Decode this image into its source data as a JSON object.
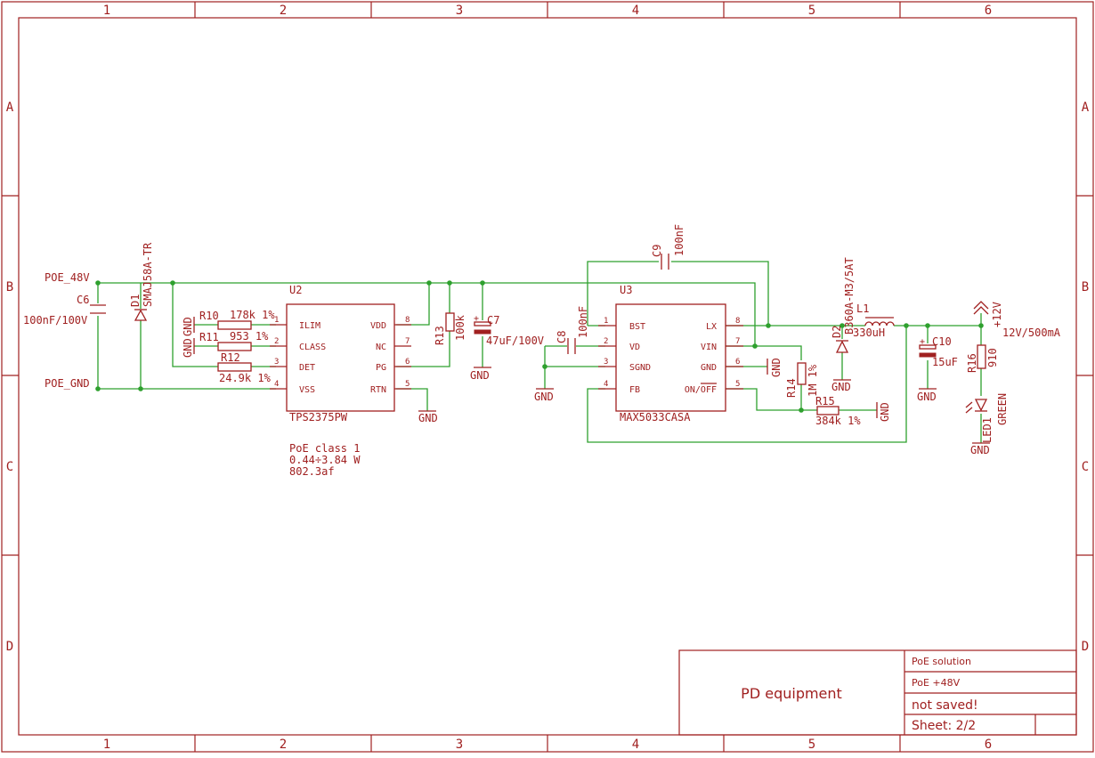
{
  "frame": {
    "columns": [
      "1",
      "2",
      "3",
      "4",
      "5",
      "6"
    ],
    "rows": [
      "A",
      "B",
      "C",
      "D"
    ]
  },
  "nets": {
    "poe_48v": "POE_48V",
    "poe_gnd": "POE_GND",
    "plus12v": "+12V",
    "out_label": "12V/500mA",
    "gnd": "GND"
  },
  "components": {
    "c6": {
      "name": "C6",
      "value": "100nF/100V"
    },
    "d1": {
      "name": "D1",
      "value": "SMAJ58A-TR"
    },
    "r10": {
      "name": "R10",
      "value": "178k 1%"
    },
    "r11": {
      "name": "R11",
      "value": "953  1%"
    },
    "r12": {
      "name": "R12",
      "value": "24.9k 1%"
    },
    "u2": {
      "name": "U2",
      "value": "TPS2375PW",
      "left_pins": [
        {
          "num": "1",
          "name": "ILIM"
        },
        {
          "num": "2",
          "name": "CLASS"
        },
        {
          "num": "3",
          "name": "DET"
        },
        {
          "num": "4",
          "name": "VSS"
        }
      ],
      "right_pins": [
        {
          "num": "8",
          "name": "VDD"
        },
        {
          "num": "7",
          "name": "NC"
        },
        {
          "num": "6",
          "name": "PG"
        },
        {
          "num": "5",
          "name": "RTN"
        }
      ]
    },
    "r13": {
      "name": "R13",
      "value": "100k"
    },
    "c7": {
      "name": "C7",
      "value": "47uF/100V"
    },
    "c8": {
      "name": "C8",
      "value": "100nF"
    },
    "c9": {
      "name": "C9",
      "value": "100nF"
    },
    "u3": {
      "name": "U3",
      "value": "MAX5033CASA",
      "left_pins": [
        {
          "num": "1",
          "name": "BST"
        },
        {
          "num": "2",
          "name": "VD"
        },
        {
          "num": "3",
          "name": "SGND"
        },
        {
          "num": "4",
          "name": "FB"
        }
      ],
      "right_pins": [
        {
          "num": "8",
          "name": "LX"
        },
        {
          "num": "7",
          "name": "VIN"
        },
        {
          "num": "6",
          "name": "GND"
        },
        {
          "num": "5",
          "name": "ON/OFF"
        }
      ]
    },
    "r14": {
      "name": "R14",
      "value": "1M 1%"
    },
    "r15": {
      "name": "R15",
      "value": "384k 1%"
    },
    "d2": {
      "name": "D2",
      "value": "B360A-M3/5AT"
    },
    "l1": {
      "name": "L1",
      "value": "330uH"
    },
    "c10": {
      "name": "C10",
      "value": "15uF"
    },
    "r16": {
      "name": "R16",
      "value": "910"
    },
    "led1": {
      "name": "LED1",
      "value": "GREEN"
    }
  },
  "notes": {
    "line1": "PoE class 1",
    "line2": "0.44÷3.84 W",
    "line3": "802.3af"
  },
  "title_block": {
    "title": "PD equipment",
    "project": "PoE solution",
    "subtitle": "PoE +48V",
    "status": "not saved!",
    "sheet": "Sheet: 2/2"
  },
  "colors": {
    "frame": "#a02020",
    "wire": "#2ea02e",
    "background": "#ffffff"
  }
}
